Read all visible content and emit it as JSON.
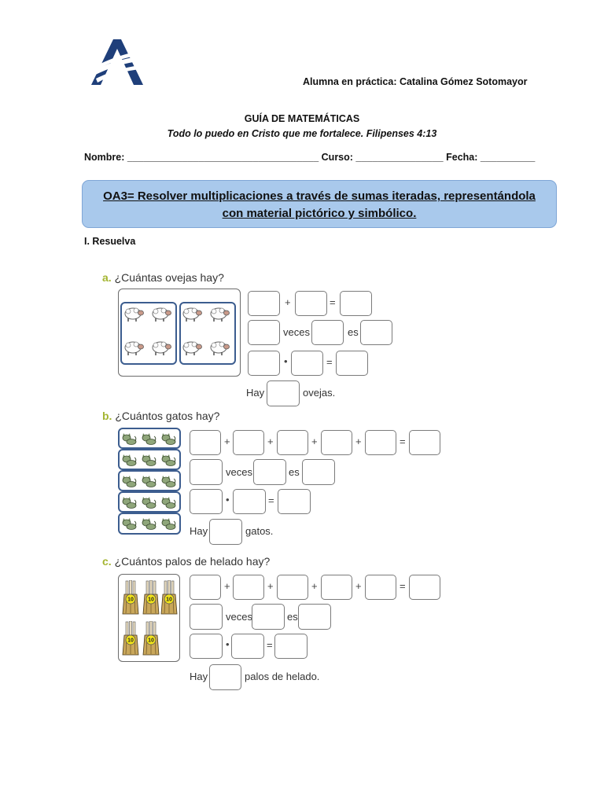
{
  "header": {
    "student_teacher": "Alumna en práctica: Catalina Gómez Sotomayor",
    "title": "GUÍA DE MATEMÁTICAS",
    "verse": "Todo lo puedo en Cristo que me fortalece. Filipenses 4:13",
    "fields": "Nombre: ___________________________________ Curso: ________________ Fecha: __________"
  },
  "objective": {
    "line1": "OA3= Resolver multiplicaciones a través de sumas iteradas, representándola",
    "line2": "con material pictórico y simbólico."
  },
  "section_title": "I. Resuelva",
  "questions": {
    "a": {
      "letter": "a.",
      "text": "¿Cuántas ovejas hay?",
      "hay": "Hay",
      "answer_word": "ovejas."
    },
    "b": {
      "letter": "b.",
      "text": "¿Cuántos gatos hay?",
      "hay": "Hay",
      "answer_word": "gatos."
    },
    "c": {
      "letter": "c.",
      "text": "¿Cuántos palos de helado hay?",
      "hay": "Hay",
      "answer_word": "palos de helado."
    }
  },
  "labels": {
    "plus": "+",
    "equals": "=",
    "times_dot": "•",
    "veces": "veces",
    "es": "es",
    "popsicle_number": "10"
  },
  "colors": {
    "objective_bg": "#a9c9ec",
    "group_border": "#3c5d8f",
    "letter": "#a4b531",
    "logo": "#1f3f7a"
  }
}
